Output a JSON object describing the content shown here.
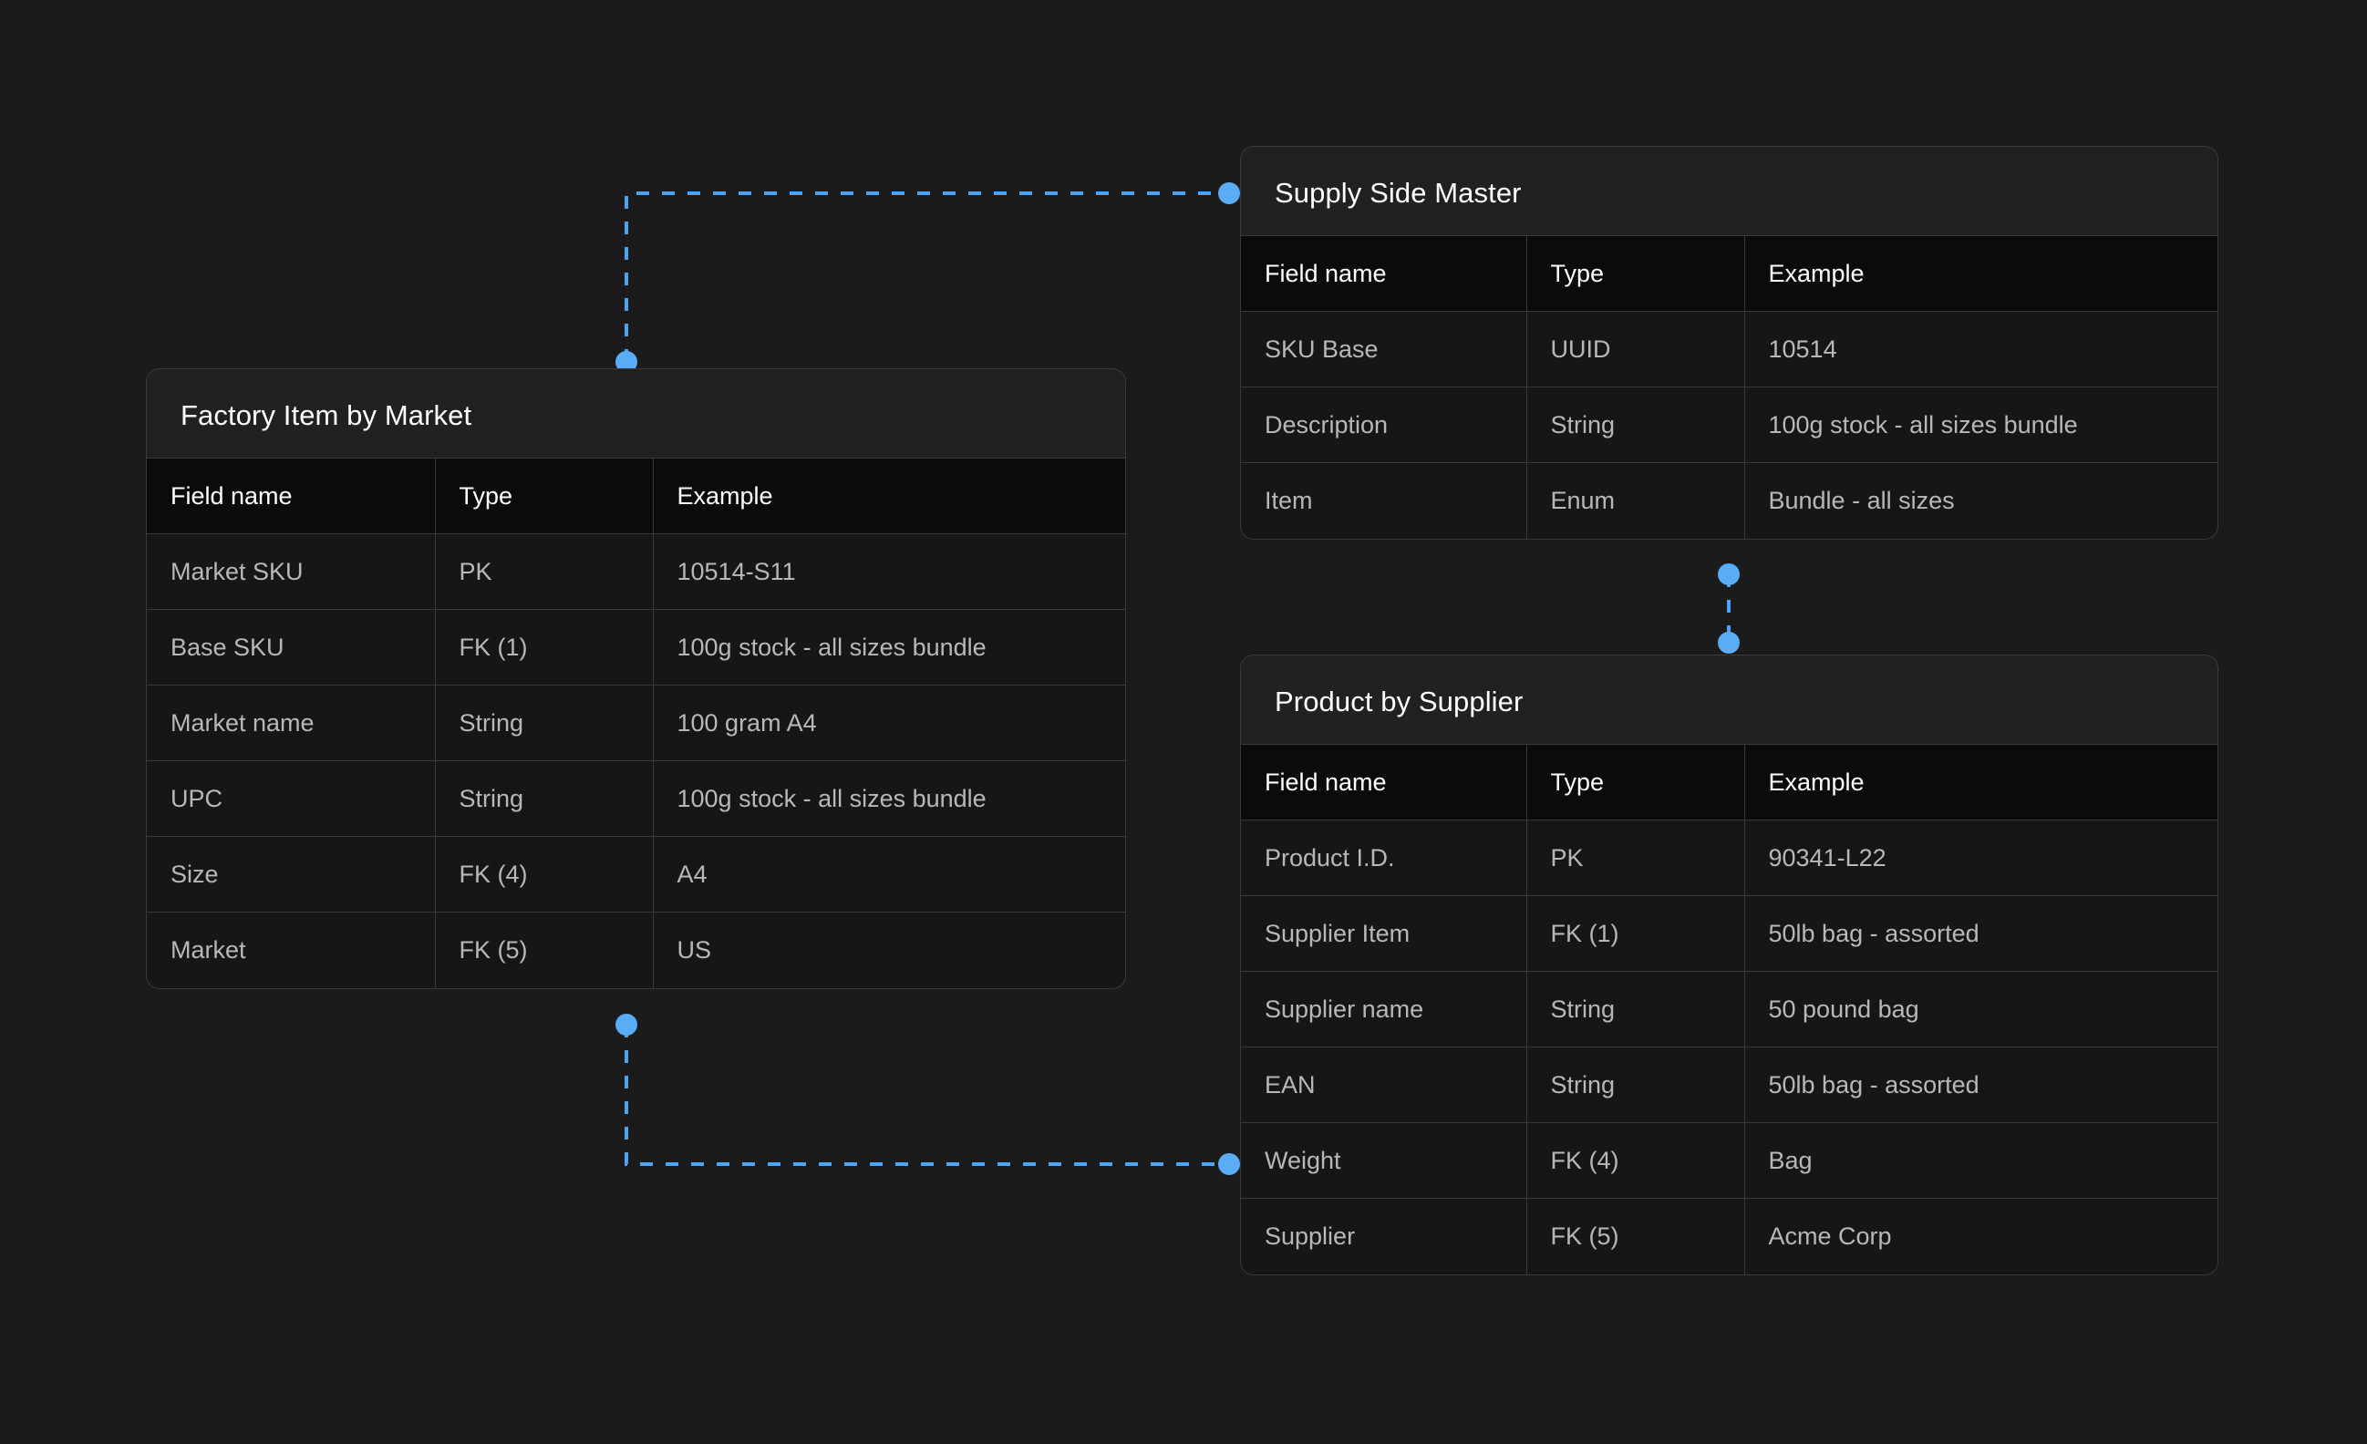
{
  "theme": {
    "page_background": "#1b1b1b",
    "card_background": "#212121",
    "card_border": "#3a3a3a",
    "table_header_background": "#0b0b0b",
    "table_cell_background": "#161616",
    "header_text": "#ffffff",
    "cell_text": "#b8b8b8",
    "connector_accent": "#4da3f5"
  },
  "columns": [
    "Field name",
    "Type",
    "Example"
  ],
  "entities": {
    "factory_item_by_market": {
      "title": "Factory Item by Market",
      "columns": [
        "Field name",
        "Type",
        "Example"
      ],
      "rows": [
        {
          "field": "Market SKU",
          "type": "PK",
          "example": "10514-S11"
        },
        {
          "field": "Base SKU",
          "type": "FK (1)",
          "example": "100g stock - all sizes bundle"
        },
        {
          "field": "Market name",
          "type": "String",
          "example": "100 gram A4"
        },
        {
          "field": "UPC",
          "type": "String",
          "example": "100g stock - all sizes bundle"
        },
        {
          "field": "Size",
          "type": "FK (4)",
          "example": "A4"
        },
        {
          "field": "Market",
          "type": "FK (5)",
          "example": "US"
        }
      ]
    },
    "supply_side_master": {
      "title": "Supply Side Master",
      "columns": [
        "Field name",
        "Type",
        "Example"
      ],
      "rows": [
        {
          "field": "SKU Base",
          "type": "UUID",
          "example": "10514"
        },
        {
          "field": "Description",
          "type": "String",
          "example": "100g stock - all sizes bundle"
        },
        {
          "field": "Item",
          "type": "Enum",
          "example": "Bundle - all sizes"
        }
      ]
    },
    "product_by_supplier": {
      "title": "Product by Supplier",
      "columns": [
        "Field name",
        "Type",
        "Example"
      ],
      "rows": [
        {
          "field": "Product I.D.",
          "type": "PK",
          "example": "90341-L22"
        },
        {
          "field": "Supplier Item",
          "type": "FK (1)",
          "example": "50lb bag - assorted"
        },
        {
          "field": "Supplier name",
          "type": "String",
          "example": "50 pound bag"
        },
        {
          "field": "EAN",
          "type": "String",
          "example": "50lb bag - assorted"
        },
        {
          "field": "Weight",
          "type": "FK (4)",
          "example": "Bag"
        },
        {
          "field": "Supplier",
          "type": "FK (5)",
          "example": "Acme Corp"
        }
      ]
    }
  },
  "relationships": [
    {
      "id": "factory-to-supply",
      "from": "factory_item_by_market",
      "to": "supply_side_master",
      "style": "dashed"
    },
    {
      "id": "supply-to-product",
      "from": "supply_side_master",
      "to": "product_by_supplier",
      "style": "dashed"
    },
    {
      "id": "factory-to-product",
      "from": "factory_item_by_market",
      "to": "product_by_supplier",
      "style": "dashed"
    }
  ]
}
